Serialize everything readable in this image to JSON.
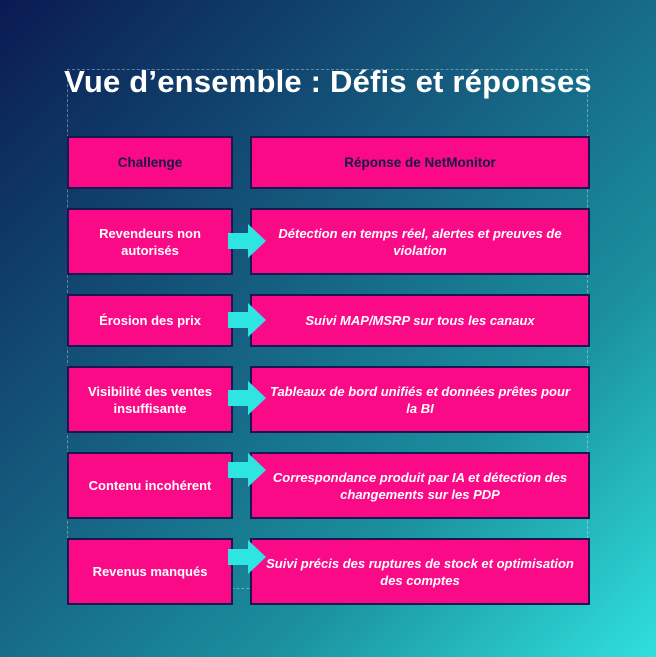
{
  "title": "Vue d’ensemble : Défis et réponses",
  "colors": {
    "box_fill": "#fa0a87",
    "box_border": "#1c1650",
    "arrow": "#2ee5e2",
    "header_text": "#1a1445"
  },
  "headers": {
    "challenge": "Challenge",
    "response": "Réponse de NetMonitor"
  },
  "rows": [
    {
      "challenge": "Revendeurs non autorisés",
      "response": "Détection en temps réel, alertes et preuves de violation"
    },
    {
      "challenge": "Érosion des prix",
      "response": "Suivi MAP/MSRP sur tous les canaux"
    },
    {
      "challenge": "Visibilité des ventes insuffisante",
      "response": "Tableaux de bord unifiés et données prêtes pour la BI"
    },
    {
      "challenge": "Contenu incohérent",
      "response": "Correspondance produit par IA et détection des changements sur les PDP"
    },
    {
      "challenge": "Revenus manqués",
      "response": "Suivi précis des ruptures de stock et optimisation des comptes"
    }
  ]
}
